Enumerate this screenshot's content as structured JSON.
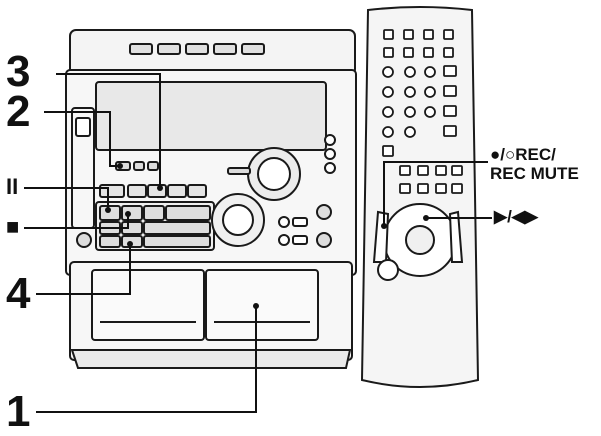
{
  "callouts": {
    "step3": "3",
    "step2": "2",
    "step4": "4",
    "step1": "1",
    "pause_symbol": "II",
    "stop_symbol": "■",
    "rec_label_line1": "●/○REC/",
    "rec_label_line2": "REC MUTE",
    "play_label": "▶/◀▶"
  },
  "icons": {
    "pause": "pause-icon",
    "stop": "stop-icon",
    "record": "record-icon",
    "play": "play-icon"
  }
}
